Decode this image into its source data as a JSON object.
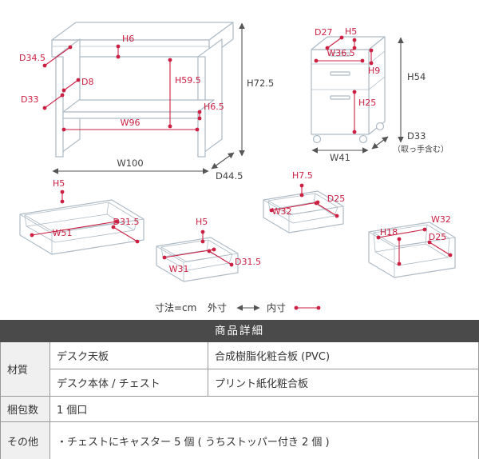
{
  "colors": {
    "accent_red": "#cc2043",
    "dim_gray": "#555555",
    "furniture_line": "#aebbc6",
    "header_bg": "#4a4a4a",
    "label_bg": "#f0f0f0",
    "border": "#999999"
  },
  "diagram": {
    "desk": {
      "h6": "H6",
      "d34_5": "D34.5",
      "d8": "D8",
      "d33": "D33",
      "h59_5": "H59.5",
      "w96": "W96",
      "h6_5": "H6.5",
      "h72_5": "H72.5",
      "w100": "W100",
      "d44_5": "D44.5"
    },
    "chest": {
      "d27": "D27",
      "h5": "H5",
      "w36_5": "W36.5",
      "h9": "H9",
      "h25": "H25",
      "h54": "H54",
      "w41": "W41",
      "d33": "D33",
      "d33_note": "（取っ手含む）"
    },
    "drawer_wide": {
      "h5": "H5",
      "w51": "W51",
      "d31_5": "D31.5"
    },
    "drawer_square": {
      "h5": "H5",
      "w31": "W31",
      "d31_5": "D31.5"
    },
    "drawer_mid": {
      "h7_5": "H7.5",
      "w32": "W32",
      "d25": "D25"
    },
    "drawer_deep": {
      "w32": "W32",
      "h18": "H18",
      "d25": "D25"
    },
    "legend": {
      "unit": "寸法=cm",
      "outer_label": "外寸",
      "inner_label": "内寸"
    }
  },
  "details": {
    "header": "商品詳細",
    "material_label": "材質",
    "rows": [
      {
        "key": "デスク天板",
        "value": "合成樹脂化粧合板 (PVC)"
      },
      {
        "key": "デスク本体 / チェスト",
        "value": "プリント紙化粧合板"
      }
    ],
    "package_label": "梱包数",
    "package_value": "1 個口",
    "other_label": "その他",
    "other_value": "・チェストにキャスター 5 個 ( うちストッパー付き 2 個 )"
  }
}
